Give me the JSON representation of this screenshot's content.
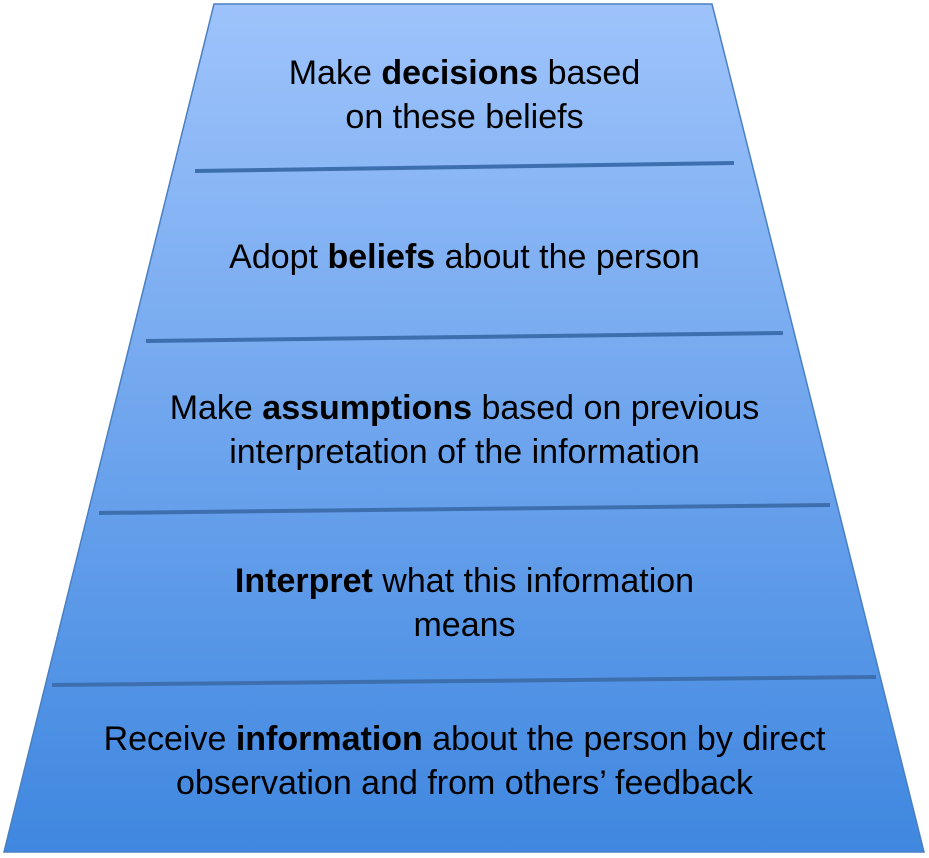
{
  "colors": {
    "fill_top": "#9ec3fb",
    "fill_bottom": "#3f87e0",
    "border": "#4a7fc1",
    "divider": "#3d6fae"
  },
  "levels": [
    {
      "line1_pre": "Make ",
      "line1_bold": "decisions",
      "line1_post": " based",
      "line2": "on these beliefs"
    },
    {
      "line1_pre": "Adopt ",
      "line1_bold": "beliefs",
      "line1_post": " about the person",
      "line2": ""
    },
    {
      "line1_pre": "Make ",
      "line1_bold": "assumptions",
      "line1_post": " based on previous",
      "line2": "interpretation of the information"
    },
    {
      "line1_pre": "",
      "line1_bold": "Interpret",
      "line1_post": " what this information",
      "line2": "means"
    },
    {
      "line1_pre": "Receive ",
      "line1_bold": "information",
      "line1_post": " about the person by direct",
      "line2": "observation and from others’ feedback"
    }
  ]
}
